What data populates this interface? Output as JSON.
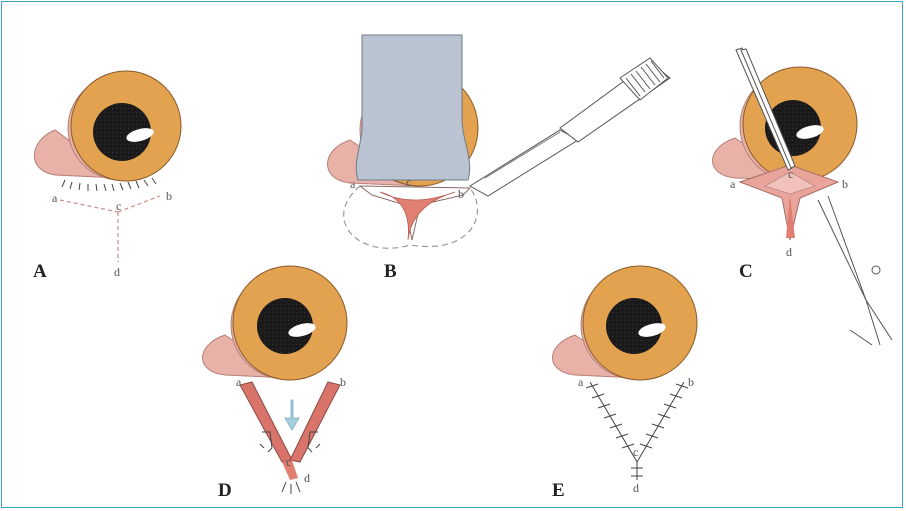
{
  "figure": {
    "panels": [
      "A",
      "B",
      "C",
      "D",
      "E"
    ],
    "points": {
      "a": "a",
      "b": "b",
      "c": "c",
      "d": "d"
    }
  },
  "colors": {
    "iris": "#e3a24f",
    "pupil": "#1c1c1c",
    "skin": "#e9b2a9",
    "wound": "#e07f72",
    "border": "#3aa6c9",
    "scalpel_guard": "#b9c3d2",
    "arrow": "#a7d0de"
  }
}
